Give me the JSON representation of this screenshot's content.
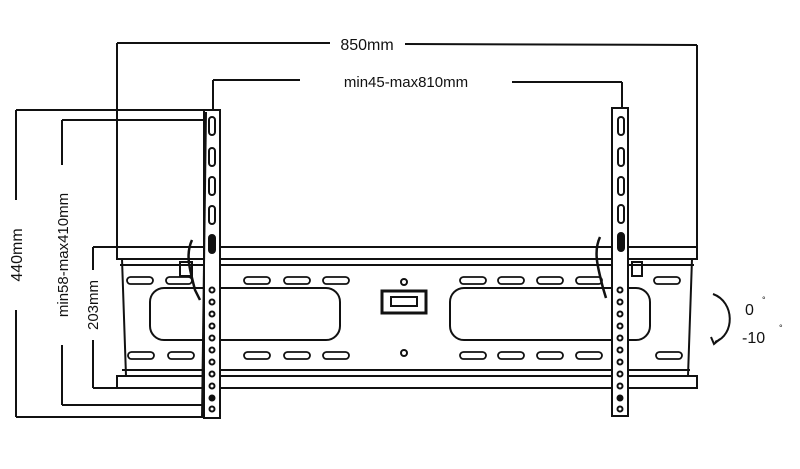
{
  "diagram": {
    "type": "tv-wall-mount-tilt-bracket-dimensions",
    "dimensions": {
      "overall_width": "850mm",
      "vesa_horizontal": "min45-max810mm",
      "overall_height": "440mm",
      "vesa_vertical": "min58-max410mm",
      "wall_plate_height": "203mm"
    },
    "tilt": {
      "upper": "0",
      "lower": "-10",
      "degree_symbol": "°"
    },
    "colors": {
      "stroke": "#111111",
      "background": "#ffffff"
    }
  }
}
